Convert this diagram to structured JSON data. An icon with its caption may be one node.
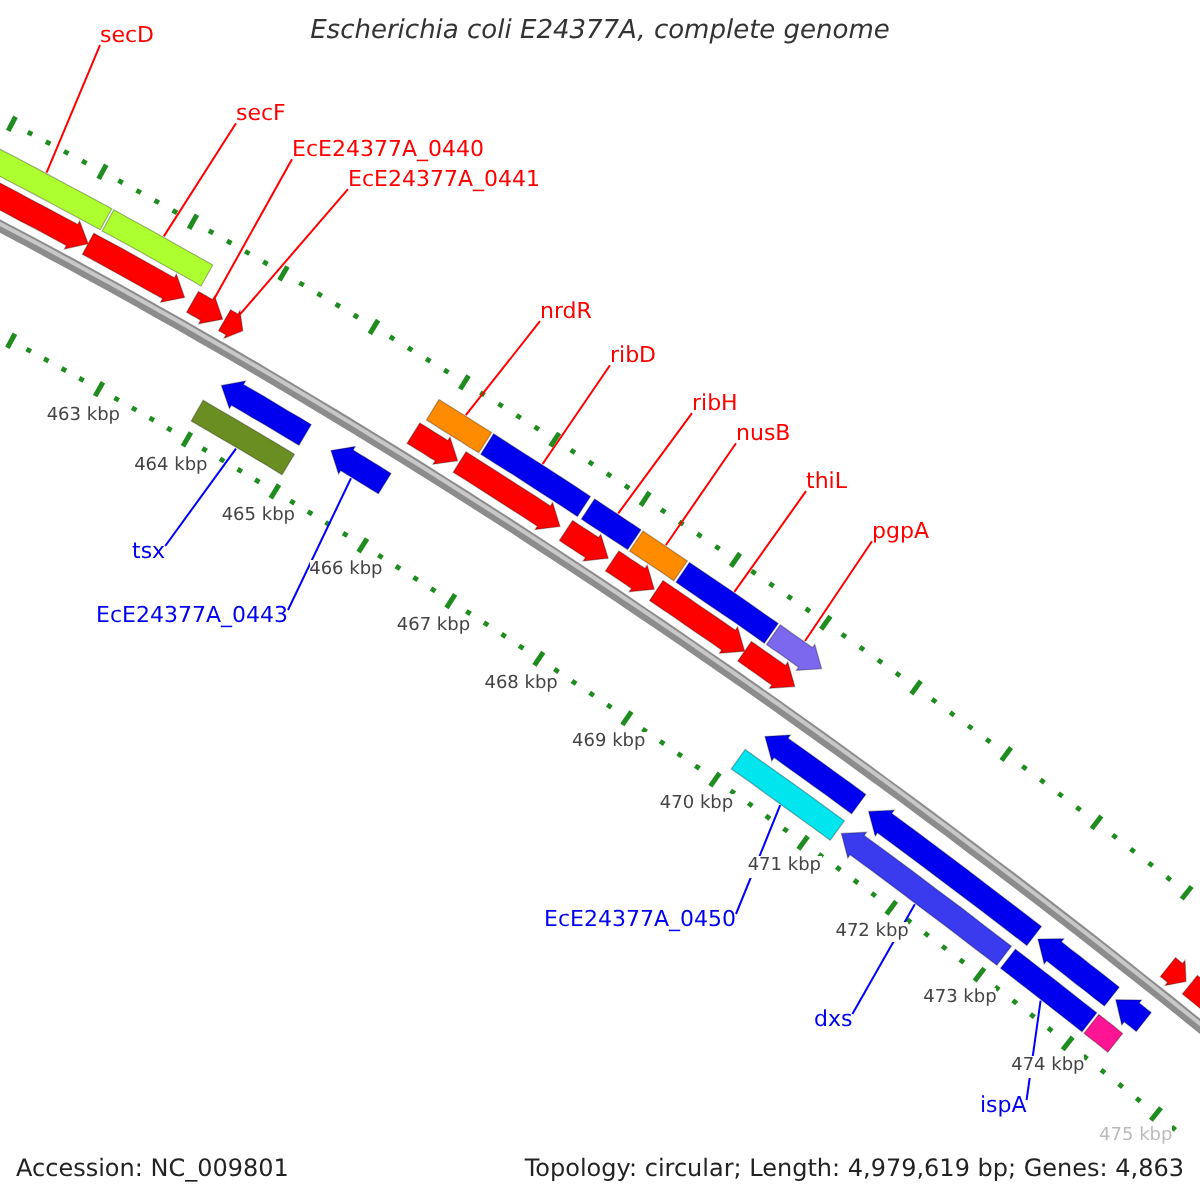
{
  "diagram": {
    "title": "Escherichia coli E24377A, complete genome",
    "nodes": [
      {
        "text": [
          "secD"
        ]
      },
      {
        "text": [],
        "shape": "bar"
      },
      {
        "text": [
          "secF"
        ]
      },
      {
        "text": [],
        "shape": "bar"
      },
      {
        "text": [
          "EcE24377A_0440"
        ]
      },
      {
        "text": [],
        "shape": "bar"
      },
      {
        "text": [
          "EcE24377A_0441"
        ]
      },
      {
        "text": [],
        "shape": "bar"
      },
      {
        "text": [
          "nrdR"
        ]
      },
      {
        "text": [],
        "shape": "bar"
      },
      {
        "text": [
          "ribD"
        ]
      },
      {
        "text": [],
        "shape": "bar"
      },
      {
        "text": [
          "ribH"
        ]
      },
      {
        "text": [],
        "shape": "bar"
      },
      {
        "text": [
          "nusB"
        ]
      },
      {
        "text": [],
        "shape": "bar"
      },
      {
        "text": [
          "thiL"
        ]
      },
      {
        "text": [],
        "shape": "bar"
      },
      {
        "text": [
          "pgpA"
        ]
      },
      {
        "text": [],
        "shape": "bar"
      },
      {
        "text": [
          "tsx"
        ]
      },
      {
        "text": [],
        "shape": "bar"
      },
      {
        "text": [
          "EcE24377A_0443"
        ]
      },
      {
        "text": [],
        "shape": "bar"
      },
      {
        "text": [
          "EcE24377A_0450"
        ]
      },
      {
        "text": [],
        "shape": "bar"
      },
      {
        "text": [
          "dxs"
        ]
      },
      {
        "text": [],
        "shape": "bar"
      },
      {
        "text": [
          "ispA"
        ]
      },
      {
        "text": [],
        "shape": "bar"
      },
      {
        "text": [],
        "shape": "bar"
      },
      {
        "text": [],
        "shape": "bar"
      },
      {
        "text": [],
        "shape": "bar"
      },
      {
        "text": [],
        "shape": "bar"
      },
      {
        "text": [],
        "shape": "bar"
      },
      {
        "text": [],
        "shape": "bar"
      },
      {
        "text": [],
        "shape": "bar"
      },
      {
        "text": [],
        "shape": "bar"
      },
      {
        "text": [],
        "shape": "bar"
      },
      {
        "text": [],
        "shape": "bar"
      },
      {
        "text": [],
        "shape": "bar"
      },
      {
        "text": [],
        "shape": "bar"
      },
      {
        "text": [],
        "shape": "bar"
      },
      {
        "text": [],
        "shape": "bar"
      },
      {
        "text": [],
        "shape": "bar"
      },
      {
        "text": [],
        "shape": "bar"
      }
    ],
    "edges": [
      {
        "from": 0,
        "to": 1,
        "arrow": "none"
      },
      {
        "from": 2,
        "to": 3,
        "arrow": "none"
      },
      {
        "from": 4,
        "to": 5,
        "arrow": "none"
      },
      {
        "from": 6,
        "to": 7,
        "arrow": "none"
      },
      {
        "from": 8,
        "to": 9,
        "arrow": "none"
      },
      {
        "from": 10,
        "to": 11,
        "arrow": "none"
      },
      {
        "from": 12,
        "to": 13,
        "arrow": "none"
      },
      {
        "from": 14,
        "to": 15,
        "arrow": "none"
      },
      {
        "from": 16,
        "to": 17,
        "arrow": "none"
      },
      {
        "from": 18,
        "to": 19,
        "arrow": "none"
      },
      {
        "from": 20,
        "to": 21,
        "arrow": "none",
        "color": "#0000ff"
      },
      {
        "from": 22,
        "to": 23,
        "arrow": "none",
        "color": "#0000ff"
      },
      {
        "from": 24,
        "to": 25,
        "arrow": "none",
        "color": "#0000ff"
      },
      {
        "from": 26,
        "to": 27,
        "arrow": "none",
        "color": "#0000ff"
      },
      {
        "from": 28,
        "to": 29,
        "arrow": "none",
        "color": "#0000ff"
      }
    ],
    "labels": [
      "463 kbp",
      "464 kbp",
      "465 kbp",
      "466 kbp",
      "467 kbp",
      "468 kbp",
      "469 kbp",
      "470 kbp",
      "471 kbp",
      "472 kbp",
      "473 kbp",
      "474 kbp",
      "475 kbp",
      "Accession: NC_009801",
      "Topology: circular; Length: 4,979,619 bp; Genes: 4,863"
    ]
  }
}
